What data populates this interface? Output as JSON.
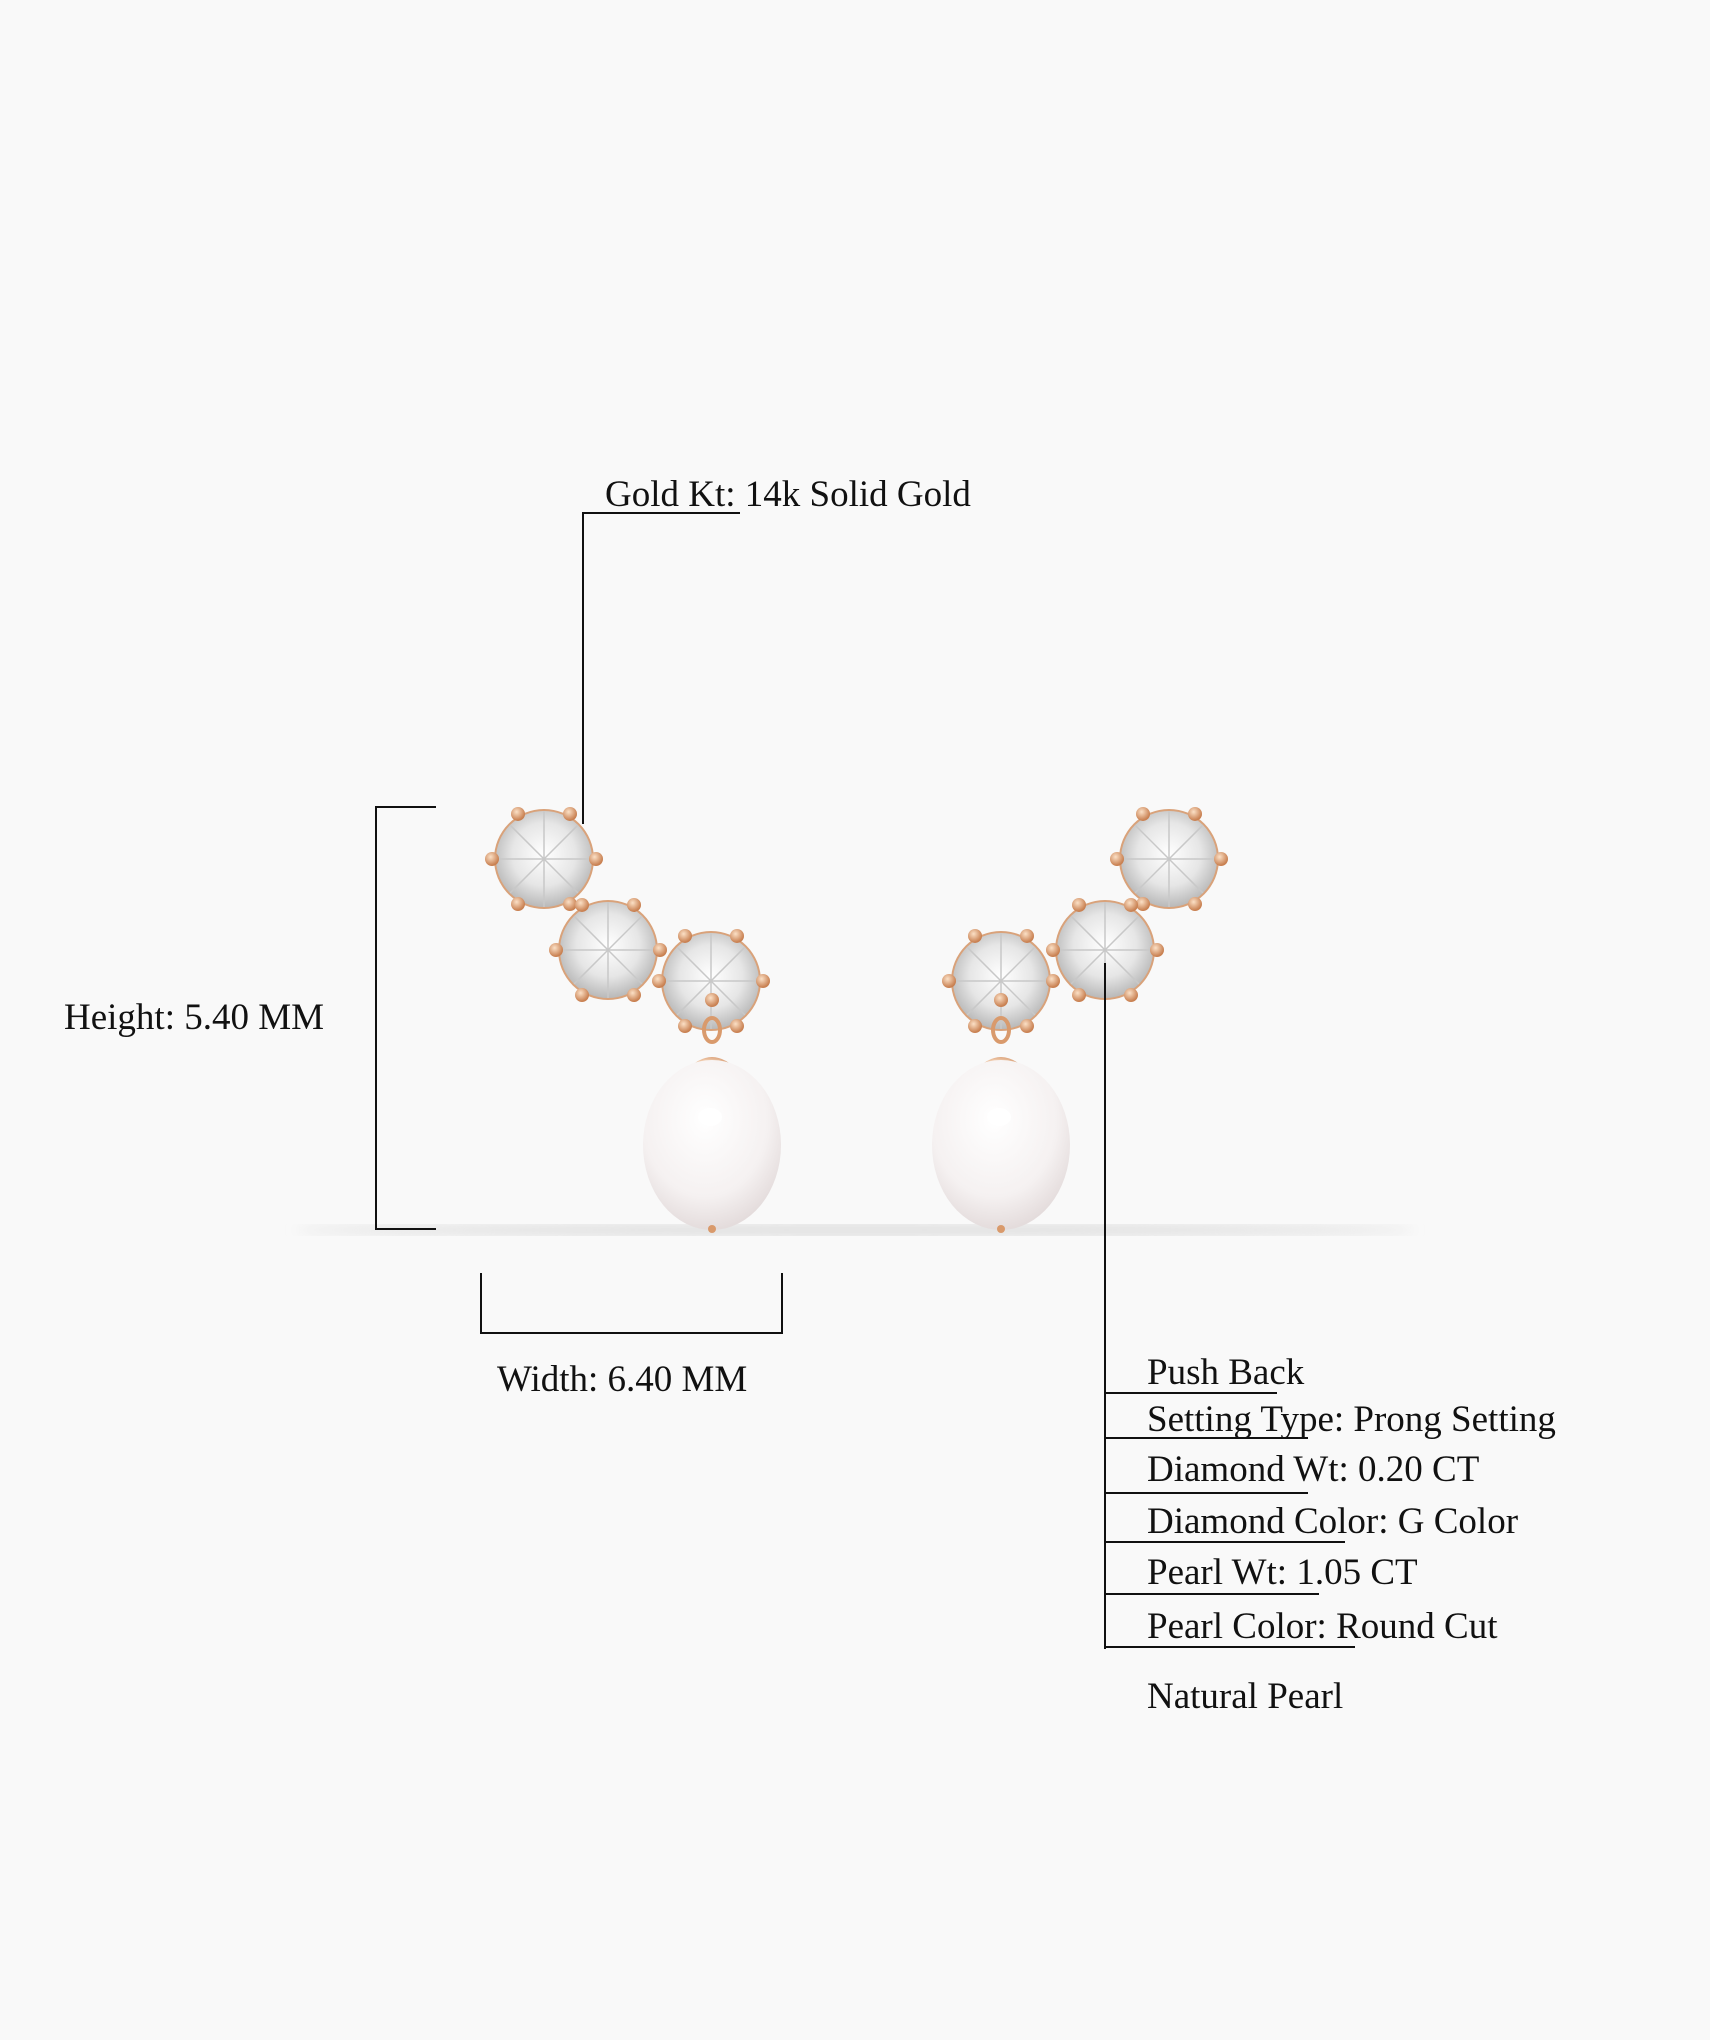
{
  "gold_kt": "Gold Kt: 14k Solid Gold",
  "height": "Height: 5.40 MM",
  "width": "Width: 6.40 MM",
  "specs": [
    "Push Back",
    "Setting Type: Prong Setting",
    "Diamond Wt: 0.20 CT",
    "Diamond Color: G Color",
    "Pearl Wt: 1.05 CT",
    "Pearl Color: Round Cut"
  ],
  "footer_note": "Natural Pearl",
  "colors": {
    "gold": "#d99a6c",
    "background": "#f9f9f9",
    "line": "#111111"
  }
}
